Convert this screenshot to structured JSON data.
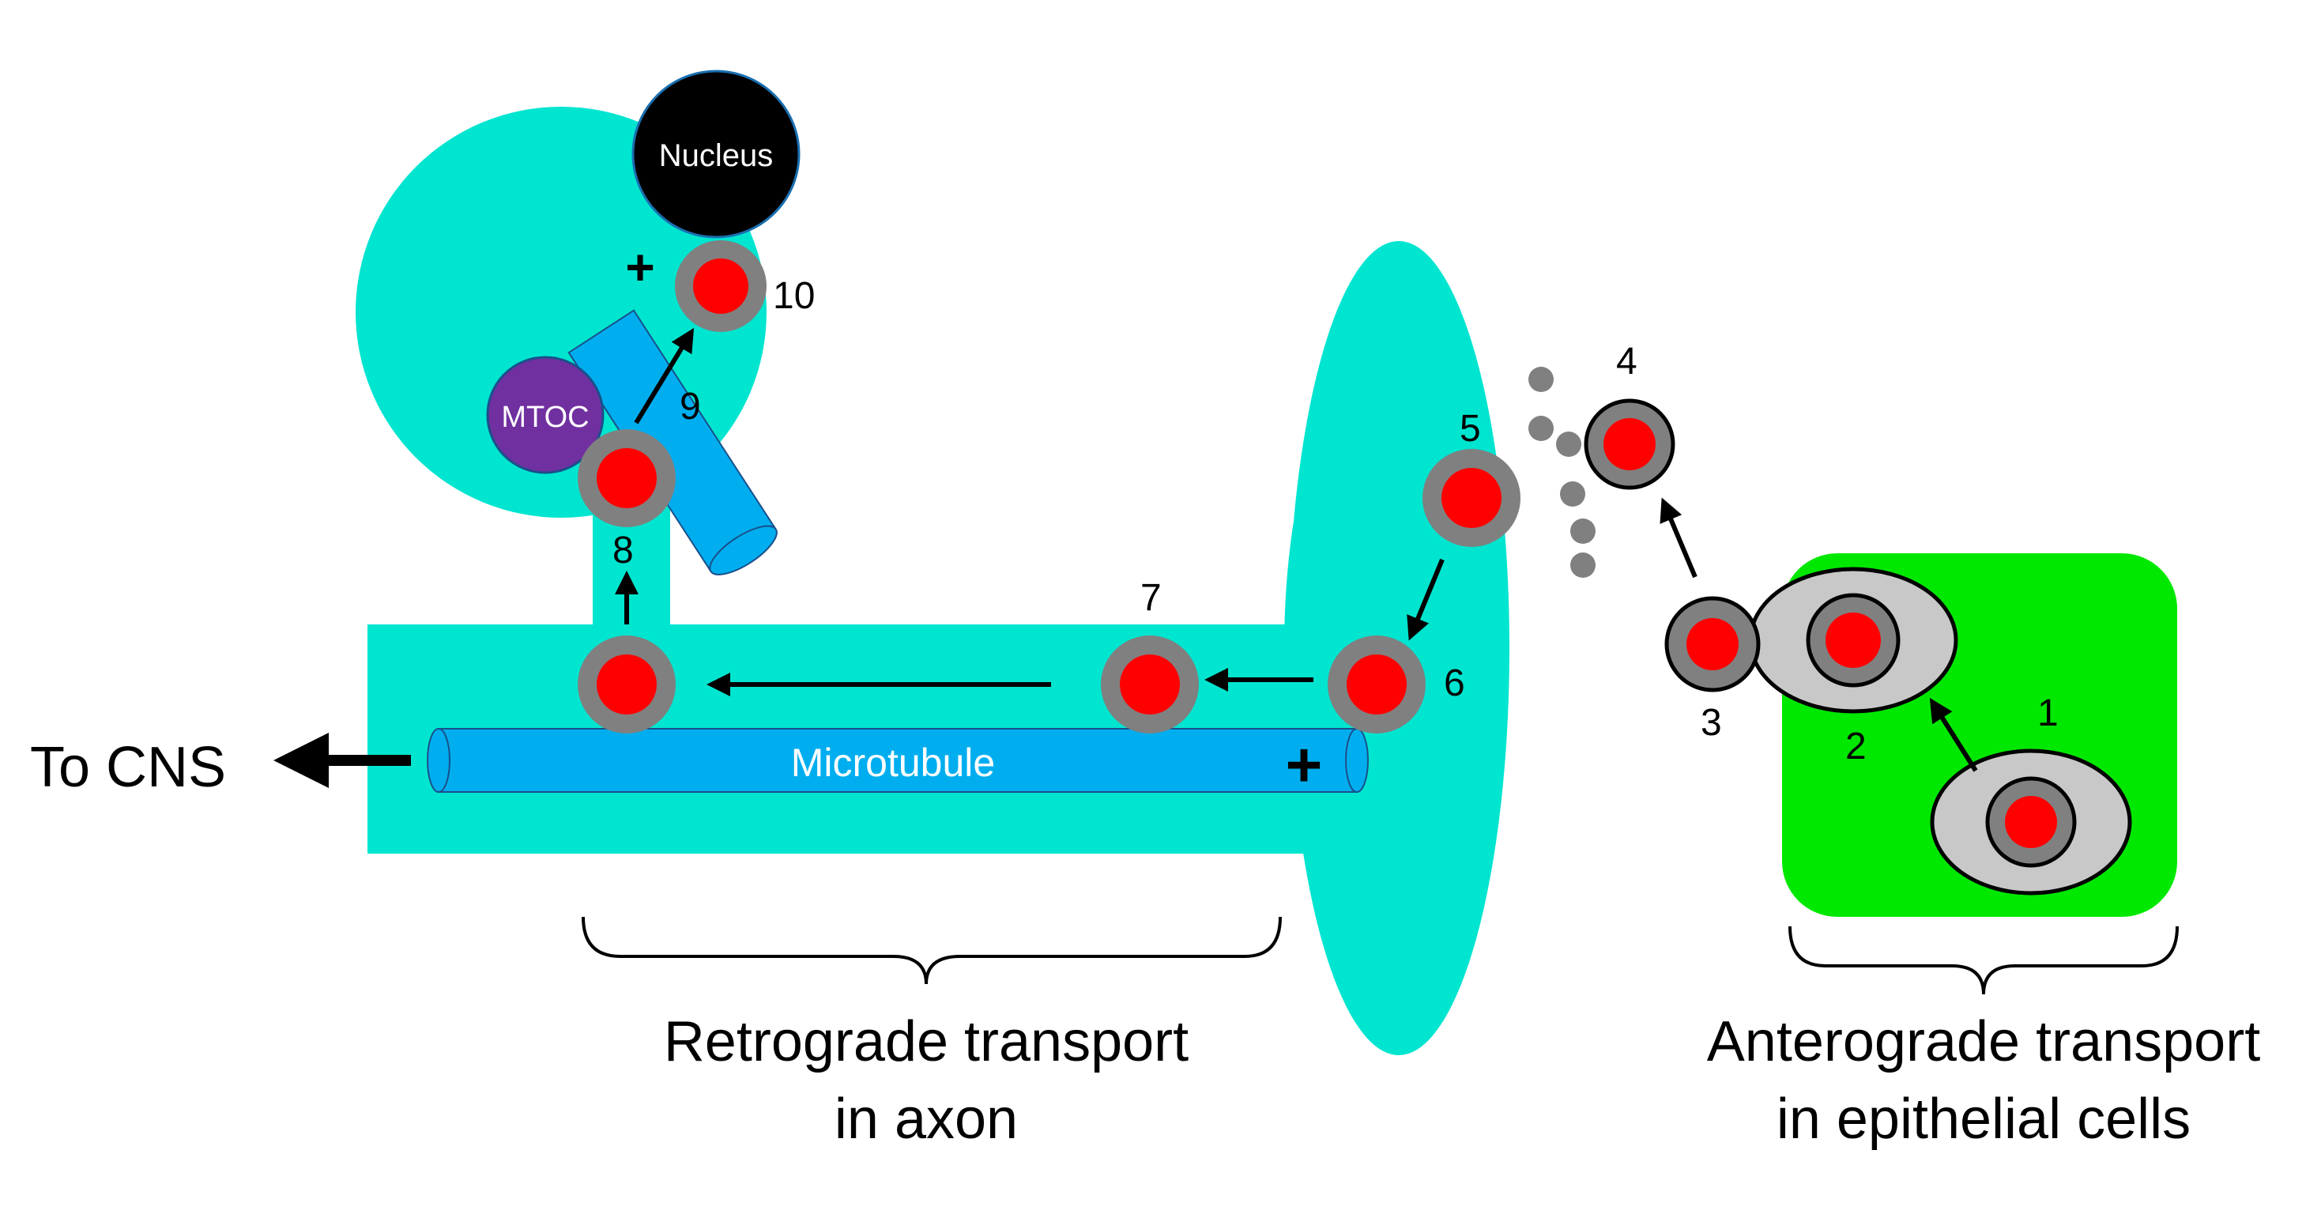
{
  "colors": {
    "cyan": "#00E5D0",
    "green": "#00E800",
    "microtubule": "#00AEEF",
    "vesicle": "#808080",
    "vesicle_light": "#C8C8C8",
    "cargo": "#FF0000",
    "nucleus": "#000000",
    "mtoc": "#7030A0"
  },
  "labels": {
    "to_cns": "To CNS",
    "microtubule": "Microtubule",
    "nucleus": "Nucleus",
    "mtoc": "MTOC",
    "plus_axon": "+",
    "plus_soma": "+",
    "retrograde_line1": "Retrograde transport",
    "retrograde_line2": "in axon",
    "anterograde_line1": "Anterograde transport",
    "anterograde_line2": "in epithelial cells"
  },
  "steps": [
    "1",
    "2",
    "3",
    "4",
    "5",
    "6",
    "7",
    "8",
    "9",
    "10"
  ]
}
